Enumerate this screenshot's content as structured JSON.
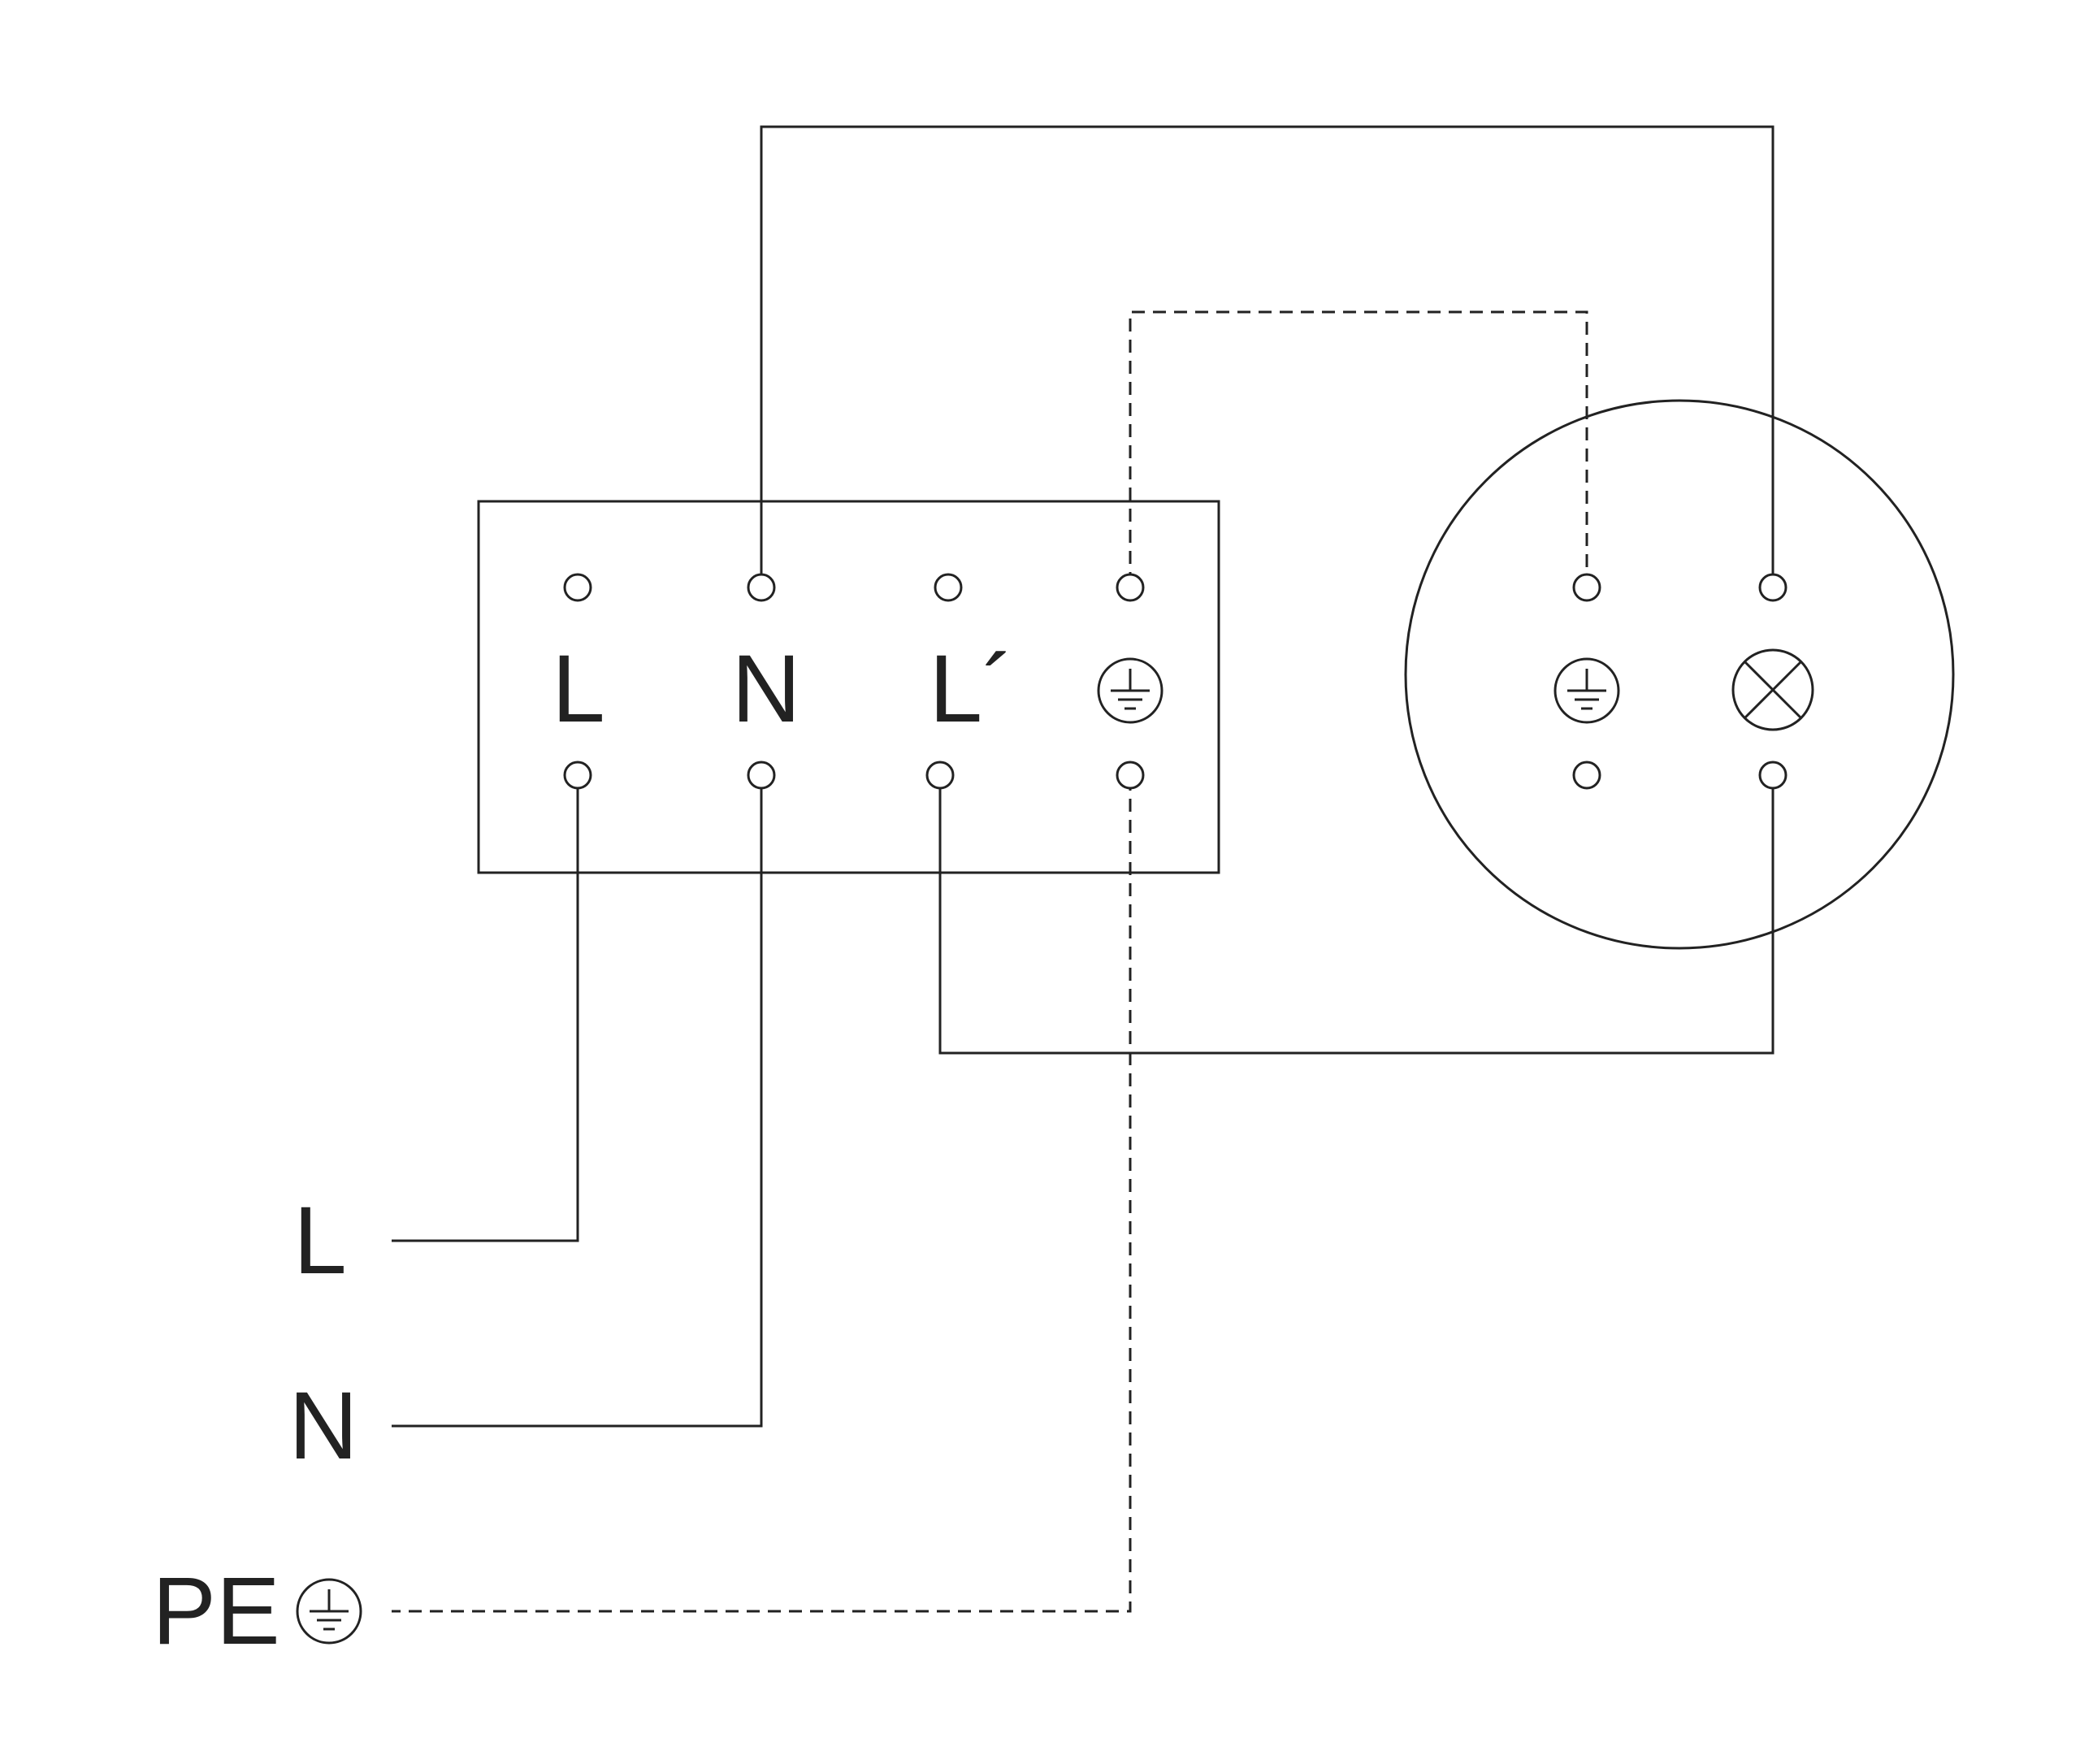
{
  "terminal_block": {
    "labels": [
      "L",
      "N",
      "L´"
    ]
  },
  "supply": {
    "labels": [
      "L",
      "N",
      "PE"
    ]
  },
  "icons": {
    "earth": "protective-earth-icon",
    "lamp": "lamp-icon"
  },
  "colors": {
    "line": "#222222",
    "background": "#ffffff"
  }
}
